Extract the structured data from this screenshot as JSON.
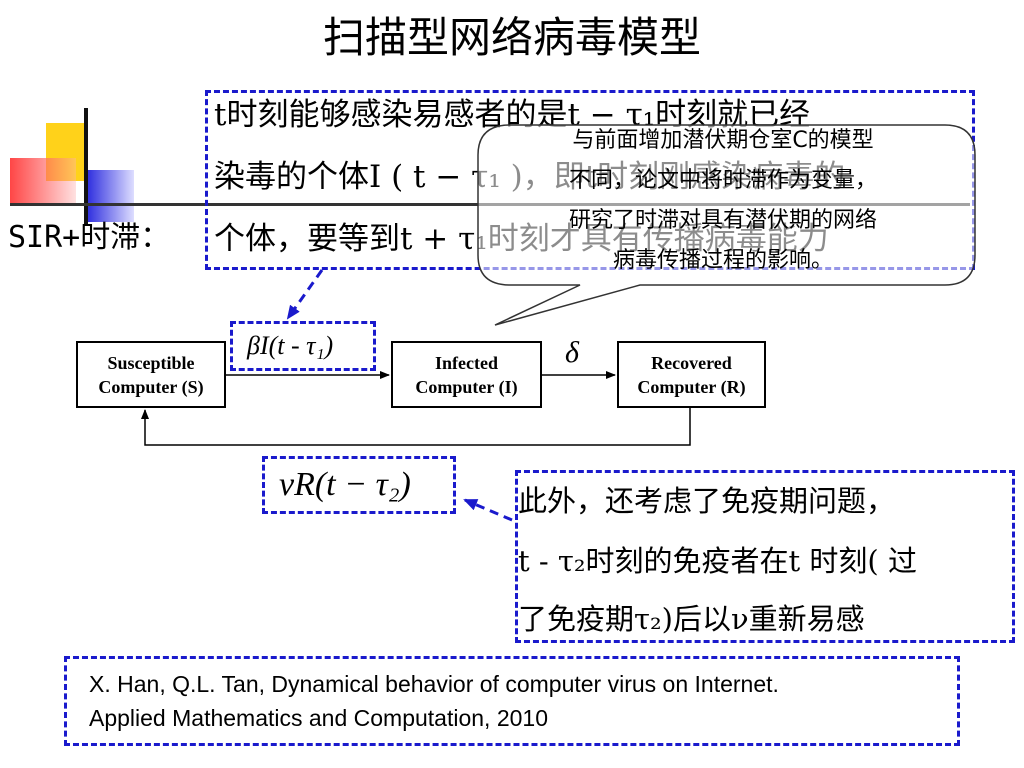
{
  "title": "扫描型网络病毒模型",
  "sir_label": "SIR+时滞：",
  "definition": {
    "line1": "t时刻能够感染易感者的是t − τ₁时刻就已经",
    "line2": "染毒的个体I ( t − τ₁ )，即t时刻刚感染病毒的",
    "line3": "个体，要等到t + τ₁时刻才具有传播病毒能力"
  },
  "callout": {
    "line1": "与前面增加潜伏期仓室C的模型",
    "line2": "不同，论文中将时滞作为变量，",
    "line3": "研究了时滞对具有潜伏期的网络",
    "line4": "病毒传播过程的影响。"
  },
  "diagram": {
    "susceptible": {
      "line1": "Susceptible",
      "line2": "Computer (S)"
    },
    "infected": {
      "line1": "Infected",
      "line2": "Computer (I)"
    },
    "recovered": {
      "line1": "Recovered",
      "line2": "Computer (R)"
    },
    "infection_rate": "βI(t - τ₁)",
    "recovery_rate": "δ",
    "loss_immunity_rate": "νR(t − τ₂)"
  },
  "immunity": {
    "line1": "此外，还考虑了免疫期问题，",
    "line2": "t - τ₂时刻的免疫者在t 时刻( 过",
    "line3": "了免疫期τ₂)后以ν重新易感"
  },
  "reference": {
    "line1": "X. Han, Q.L. Tan, Dynamical behavior of computer virus on Internet.",
    "line2": "Applied Mathematics and Computation, 2010"
  },
  "colors": {
    "dash_blue": "#1a1acc",
    "deco_yellow": "#ffd21a",
    "deco_red": "#ff3c3c",
    "deco_blue": "#1e1edc"
  }
}
